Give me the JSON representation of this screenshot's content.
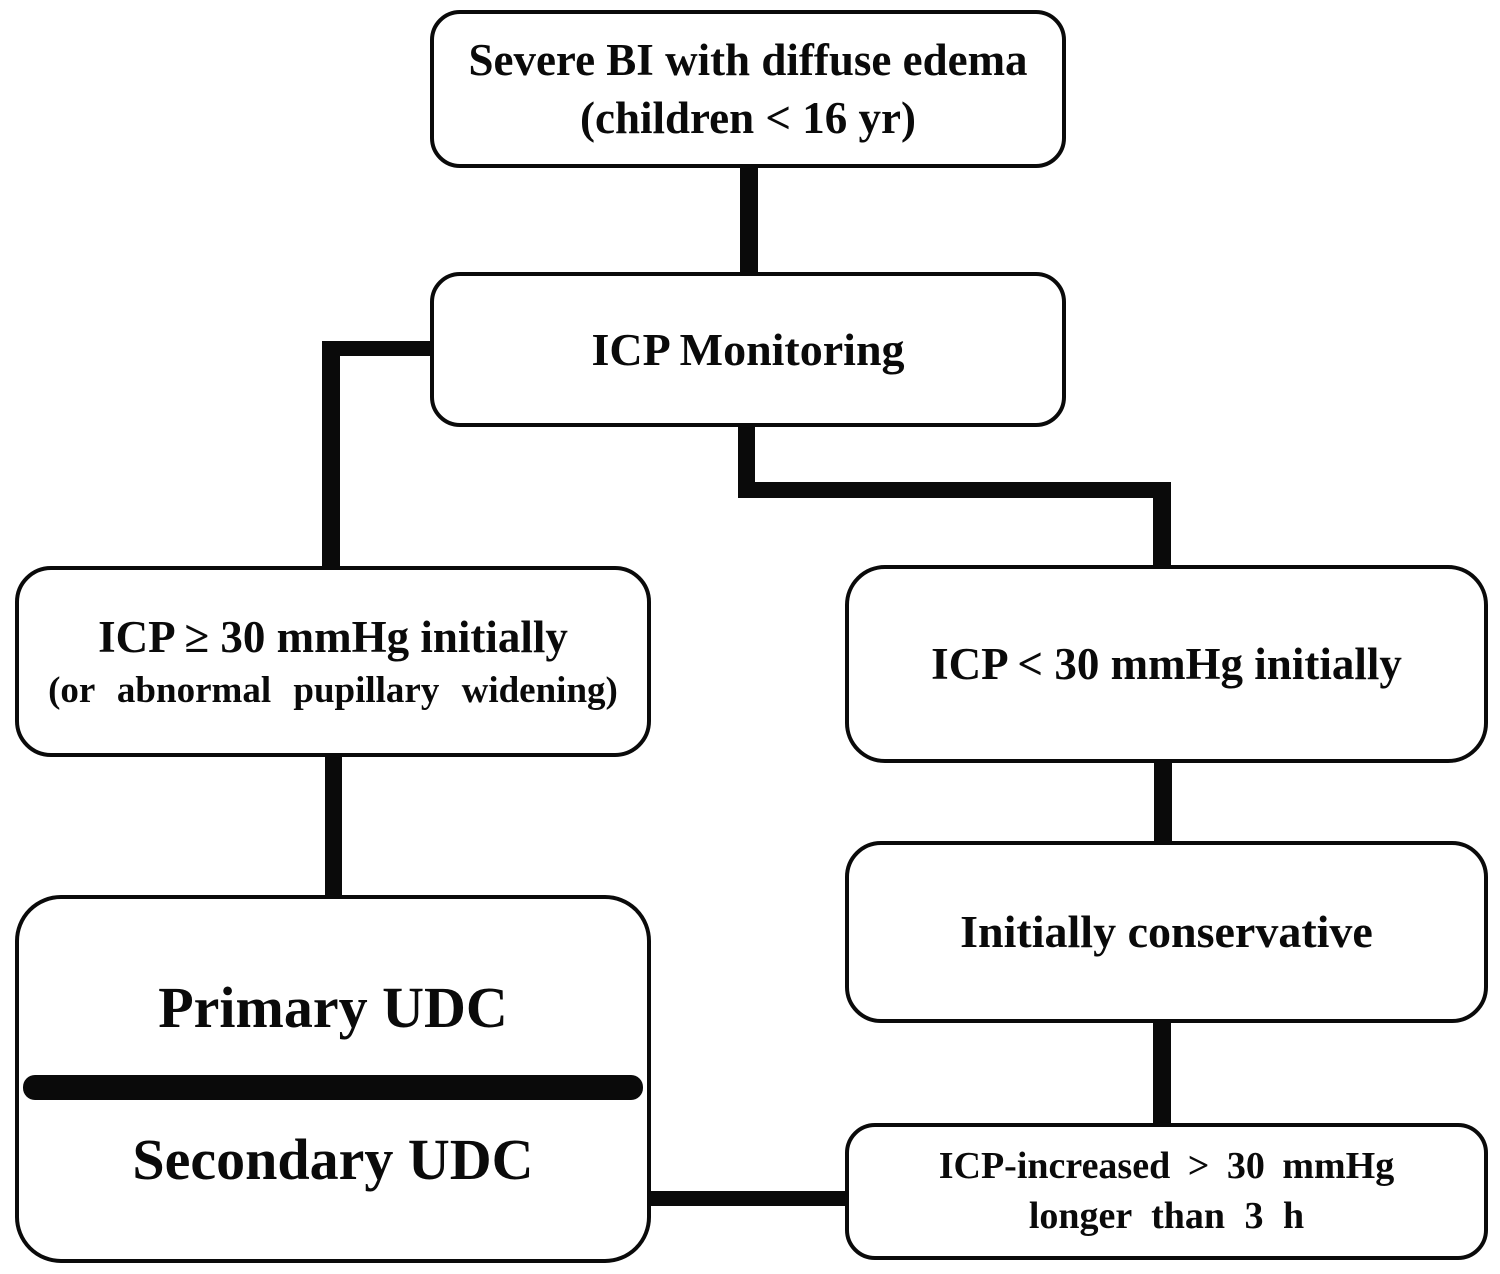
{
  "colors": {
    "line": "#0a0a0a",
    "text": "#0a0a0a",
    "background": "#ffffff"
  },
  "nodes": {
    "severe_bi": {
      "line1": "Severe BI with diffuse edema",
      "line2": "(children < 16 yr)"
    },
    "icp_monitoring": {
      "label": "ICP Monitoring"
    },
    "icp_high": {
      "line1": "ICP ≥ 30 mmHg initially",
      "line2": "(or abnormal pupillary widening)"
    },
    "icp_low": {
      "label": "ICP < 30 mmHg initially"
    },
    "udc": {
      "primary": "Primary UDC",
      "secondary": "Secondary UDC"
    },
    "conservative": {
      "label": "Initially conservative"
    },
    "icp_increased": {
      "line1": "ICP-increased > 30 mmHg",
      "line2": "longer than 3 h"
    }
  }
}
